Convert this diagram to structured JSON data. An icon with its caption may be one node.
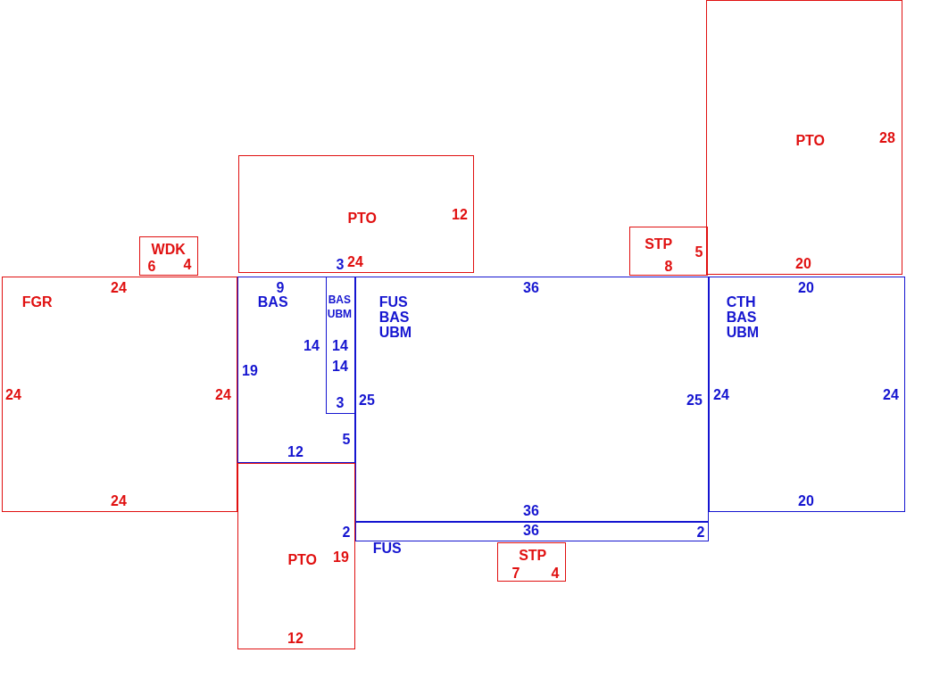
{
  "diagram": {
    "nodes": [
      {
        "text": [
          "FGR"
        ]
      },
      {
        "text": [
          "WDK"
        ]
      },
      {
        "text": [
          "PTO"
        ]
      },
      {
        "text": [
          "BAS"
        ]
      },
      {
        "text": [
          "BAS",
          "UBM"
        ],
        "in": 3
      },
      {
        "text": [
          "FUS",
          "BAS",
          "UBM"
        ]
      },
      {
        "text": [
          "FUS"
        ]
      },
      {
        "text": [
          "PTO"
        ]
      },
      {
        "text": [
          "STP"
        ]
      },
      {
        "text": [
          "STP"
        ]
      },
      {
        "text": [
          "PTO"
        ]
      },
      {
        "text": [
          "CTH",
          "BAS",
          "UBM"
        ]
      }
    ],
    "labels": [
      "28",
      "12",
      "5",
      "6",
      "4",
      "3",
      "24",
      "8",
      "20",
      "24",
      "9",
      "36",
      "20",
      "14",
      "14",
      "14",
      "19",
      "24",
      "24",
      "3",
      "25",
      "25",
      "24",
      "24",
      "5",
      "12",
      "24",
      "20",
      "36",
      "2",
      "36",
      "2",
      "19",
      "7",
      "4",
      "12"
    ]
  }
}
